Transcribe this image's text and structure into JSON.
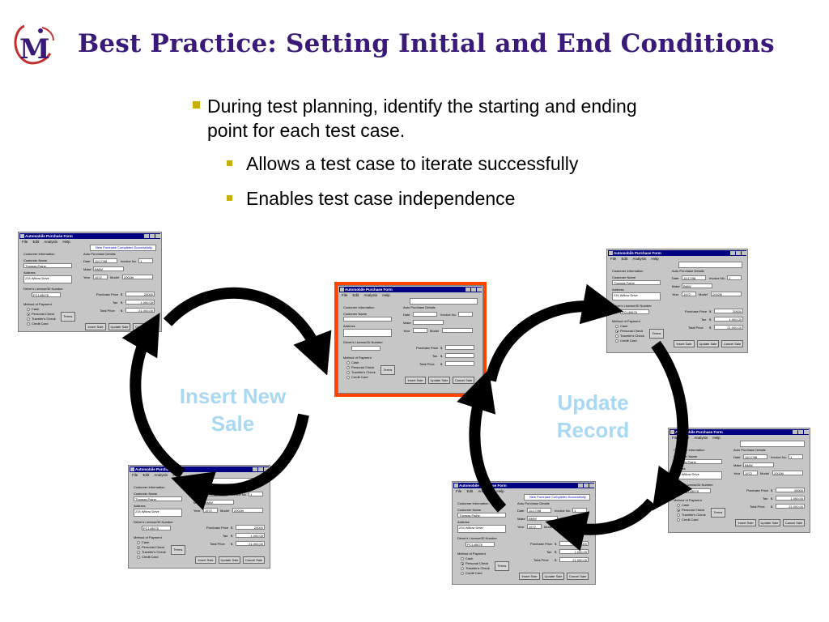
{
  "slide": {
    "title": "Best Practice: Setting Initial and End Conditions",
    "bullets": [
      {
        "text": "During test planning, identify the starting and ending point for each test case.",
        "level": 1
      },
      {
        "text": "Allows a test case to iterate successfully",
        "level": 2
      },
      {
        "text": "Enables test case independence",
        "level": 2
      }
    ],
    "cycle_labels": {
      "left": [
        "Insert New",
        "Sale"
      ],
      "right": [
        "Update",
        "Record"
      ]
    }
  },
  "colors": {
    "title": "#3a1a78",
    "bullet": "#c8b000",
    "cycle_label": "#a9d8f2",
    "arrow": "#000000",
    "highlight": "#ff4400",
    "titlebar": "#000080"
  },
  "logo": {
    "letter": "M",
    "text": "MI"
  },
  "form": {
    "title": "Automobile Purchase Form",
    "menu": [
      "File",
      "Edit",
      "Analysis",
      "Help"
    ],
    "status": "New Purchase Completed Successfully.",
    "customer_info": "Customer Information",
    "customer_name_label": "Customer Name",
    "customer_name": "Thomas Paine",
    "address_label": "Address",
    "address": "234 Willow Drive",
    "license_label": "Driver's License/ID Number",
    "license": "PC145678",
    "payment_label": "Method of Payment",
    "payment_options": [
      "Cash",
      "Personal Check",
      "Traveler's Check",
      "Credit Card"
    ],
    "auto_details": "Auto Purchase Details",
    "date_label": "Date",
    "date": "11/17/98",
    "invoice_label": "Invoice No.",
    "invoice": "1",
    "make_label": "Make",
    "make": "BMW",
    "year_label": "Year",
    "year": "1972",
    "model_label": "Model",
    "model": "2002tii",
    "purchase_price_label": "Purchase Price",
    "purchase_price": "20000",
    "tax_label": "Tax",
    "tax": "1,000.00",
    "total_price_label": "Total Price",
    "total_price": "21,000.00",
    "currency": "$",
    "terms_button": "Terms",
    "insert_button": "Insert Sale",
    "update_button": "Update Sale",
    "cancel_button": "Cancel Sale"
  }
}
